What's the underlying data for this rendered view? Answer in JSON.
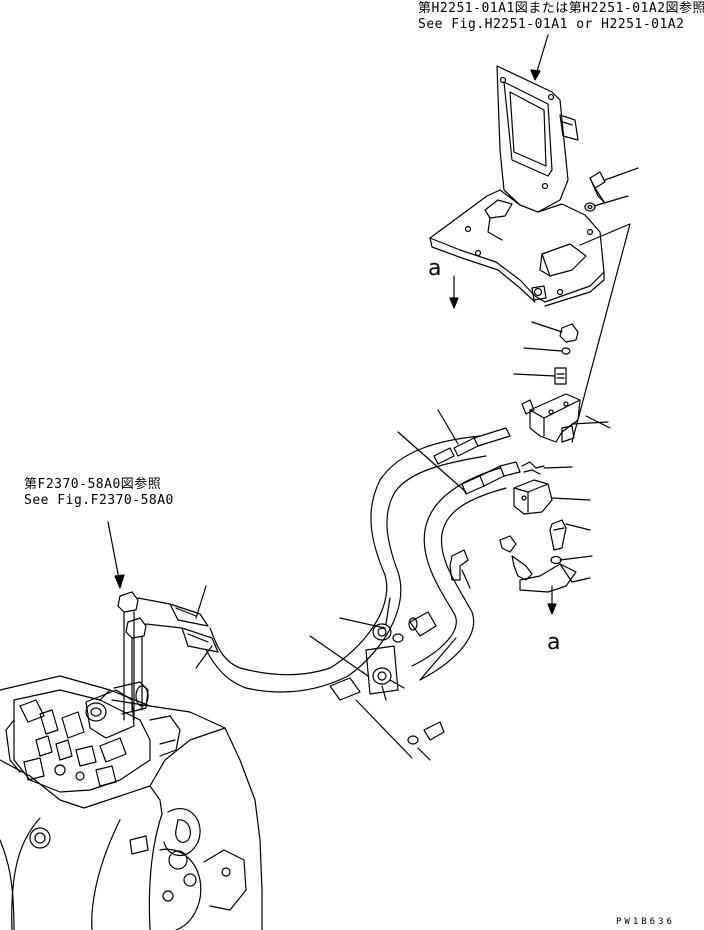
{
  "references": {
    "top_jp": "第H2251-01A1図または第H2251-01A2図参照",
    "top_en": "See Fig.H2251-01A1 or H2251-01A2",
    "left_jp": "第F2370-58A0図参照",
    "left_en": "See Fig.F2370-58A0"
  },
  "view_marks": {
    "upper": "a",
    "lower": "a"
  },
  "drawing_code": "PW1B636",
  "colors": {
    "ink": "#000000",
    "paper": "#ffffff"
  }
}
